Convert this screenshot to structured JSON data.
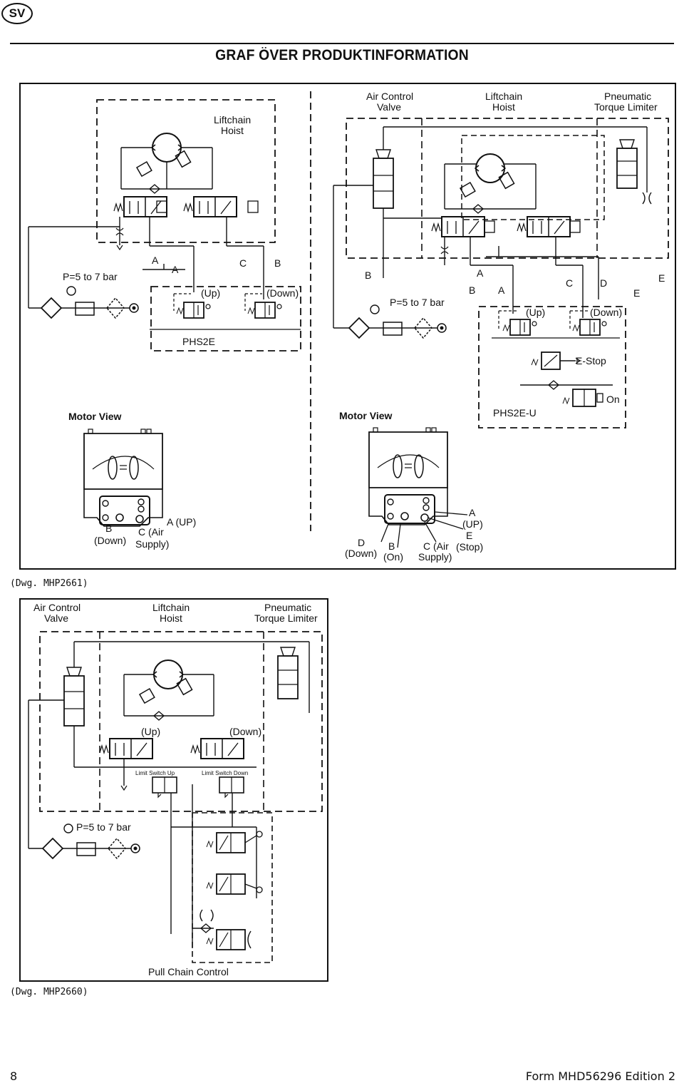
{
  "header": {
    "language_badge": "SV",
    "title": "GRAF ÖVER PRODUKTINFORMATION"
  },
  "diagram1": {
    "left": {
      "liftchain_hoist": [
        "Liftchain",
        "Hoist"
      ],
      "pressure": "P=5 to 7 bar",
      "port_a_upper": "A",
      "port_a_lower": "A",
      "port_c": "C",
      "port_b": "B",
      "up": "(Up)",
      "down": "(Down)",
      "pendant": "PHS2E",
      "motor_view": "Motor View",
      "port_labels": {
        "b": "B",
        "b_sub": "(Down)",
        "c": "C (Air",
        "c_sub": "Supply)",
        "a": "A (UP)"
      }
    },
    "right": {
      "air_control_valve": [
        "Air Control",
        "Valve"
      ],
      "liftchain_hoist": [
        "Liftchain",
        "Hoist"
      ],
      "torque_limiter": [
        "Pneumatic",
        "Torque Limiter"
      ],
      "port_b_upper": "B",
      "port_a_upper": "A",
      "port_b_lower": "B",
      "port_a_lower": "A",
      "port_c": "C",
      "port_d": "D",
      "port_e_upper": "E",
      "port_e_lower": "E",
      "pressure": "P=5 to 7 bar",
      "up": "(Up)",
      "down": "(Down)",
      "estop": "E-Stop",
      "on": "On",
      "pendant": "PHS2E-U",
      "motor_view": "Motor View",
      "port_labels": {
        "a": "A",
        "a_sub": "(UP)",
        "e": "E",
        "e_sub": "(Stop)",
        "d": "D",
        "d_sub": "(Down)",
        "b": "B",
        "b_sub": "(On)",
        "c": "C (Air",
        "c_sub": "Supply)"
      }
    },
    "caption": "(Dwg. MHP2661)"
  },
  "diagram2": {
    "air_control_valve": [
      "Air Control",
      "Valve"
    ],
    "liftchain_hoist": [
      "Liftchain",
      "Hoist"
    ],
    "torque_limiter": [
      "Pneumatic",
      "Torque Limiter"
    ],
    "up": "(Up)",
    "down": "(Down)",
    "limit_switch_up": "Limit Switch Up",
    "limit_switch_down": "Limit Switch Down",
    "pressure": "P=5 to 7 bar",
    "pull_chain_control": "Pull Chain Control",
    "caption": "(Dwg. MHP2660)"
  },
  "footer": {
    "page_number": "8",
    "form": "Form MHD56296  Edition 2"
  }
}
